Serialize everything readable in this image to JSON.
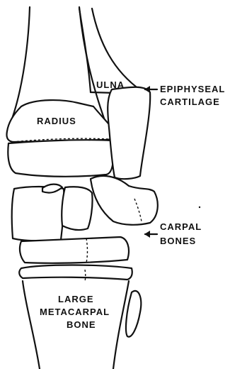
{
  "labels": {
    "ulna": "ULNA",
    "radius": "RADIUS",
    "epiphyseal_line1": "EPIPHYSEAL",
    "epiphyseal_line2": "CARTILAGE",
    "carpal_line1": "CARPAL",
    "carpal_line2": "BONES",
    "metacarpal_line1": "LARGE",
    "metacarpal_line2": "METACARPAL",
    "metacarpal_line3": "BONE"
  },
  "colors": {
    "ink": "#111111",
    "paper": "#ffffff"
  }
}
